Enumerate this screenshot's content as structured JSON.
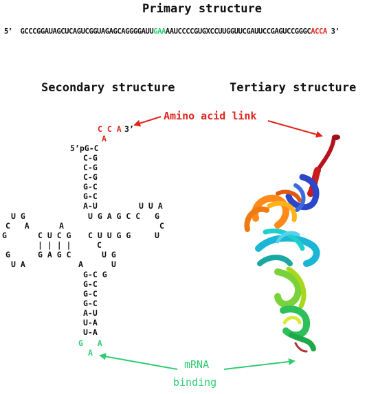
{
  "titles": {
    "primary": "Primary structure",
    "secondary": "Secondary structure",
    "tertiary": "Tertiary structure"
  },
  "primary_sequence": {
    "five_prime": "5’",
    "part1": "GCCCGGAUAGCUCAGUCGGUAGAGCAGGGGAUU",
    "anticodon": "GAA",
    "part2": "AAUCCCCGUGXCCUUGGUUCGAUUCCGAGUCCGGGC",
    "acceptor": "ACCA",
    "three_prime": "3’"
  },
  "labels": {
    "amino_acid_link": "Amino acid link",
    "mrna_line1": "mRNA",
    "mrna_line2": "binding"
  },
  "secondary": {
    "cca": "C C A",
    "three_prime": "3’",
    "a_red": "A",
    "acceptor_stem": [
      "5’pG-C",
      "C-G",
      "C-G",
      "C-G",
      "G-C",
      "G-C",
      "A-U"
    ],
    "loop_right": "U U A",
    "row_ug": "U G",
    "row_ugagcc": "U G A G C C",
    "row_g_right": "G",
    "row_ca": "C   A",
    "row_a_mid": "A",
    "row_c_right": "C",
    "row_g_left": "G",
    "row_cucg": "C U C G",
    "row_cuugg": "C U U G G",
    "row_u_right": "U",
    "bars": "| | | |",
    "row_c_mid": "C",
    "row_g_left2": "G",
    "row_gagc": "G A G C",
    "row_ug2": "U G",
    "row_ua": "U A",
    "row_a2": "A",
    "row_u2": "U",
    "anticodon_stem": [
      "G-C G",
      "G-C",
      "G-C",
      "G-C",
      "A-U",
      "U-A",
      "U-A"
    ],
    "anticodon_loop_1": "G   A",
    "anticodon_loop_2": "A"
  },
  "colors": {
    "red": "#e0241b",
    "green": "#2ecc71",
    "text": "#111111"
  }
}
